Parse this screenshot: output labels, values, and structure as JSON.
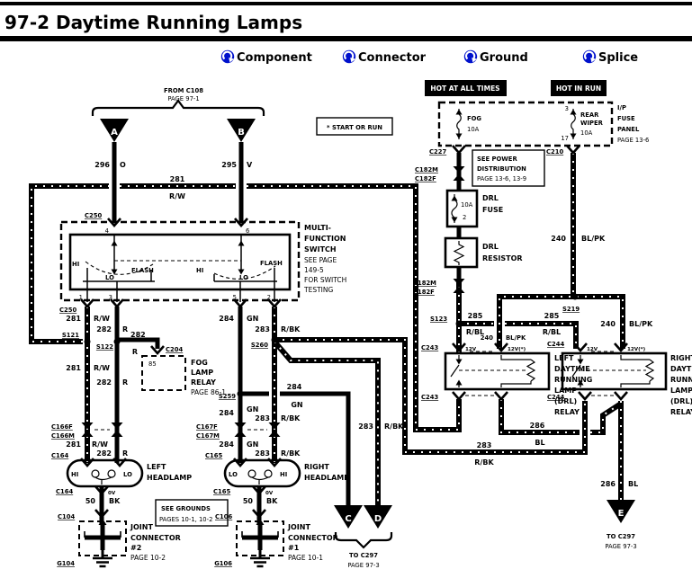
{
  "title": "97-2 Daytime Running Lamps",
  "legend": {
    "component": "Component",
    "connector": "Connector",
    "ground": "Ground",
    "splice": "Splice"
  },
  "colors": {
    "link_blue": "#0011cc",
    "wire_black": "#000000",
    "paper": "#ffffff"
  },
  "top": {
    "from1": "FROM C108",
    "from2": "PAGE 97-1",
    "tri_a": "A",
    "tri_b": "B",
    "w296": "296",
    "w296c": "O",
    "w295": "295",
    "w295c": "V",
    "w281": "281",
    "w281c": "R/W",
    "start_run": "* START OR RUN",
    "c250": "C250"
  },
  "power": {
    "hot_all": "HOT AT ALL TIMES",
    "hot_run": "HOT IN RUN",
    "fog": "FOG",
    "fog_amp": "10A",
    "pin3": "3",
    "pin17": "17",
    "rear": "REAR",
    "wiper": "WIPER",
    "wiper_amp": "10A",
    "ip1": "I/P",
    "ip2": "FUSE",
    "ip3": "PANEL",
    "ip4": "PAGE 13-6",
    "c227": "C227",
    "c182m": "C182M",
    "c182f": "C182F",
    "see1": "SEE POWER",
    "see2": "DISTRIBUTION",
    "see3": "PAGE 13-6, 13-9",
    "c210": "C210",
    "fuse_amp": "10A",
    "fuse_pin": "2",
    "fuse1": "DRL",
    "fuse2": "FUSE",
    "res1": "DRL",
    "res2": "RESISTOR",
    "c182m2": "C182M",
    "c182f2": "C182F",
    "w240": "240",
    "w240c": "BL/PK",
    "s123": "S123",
    "s219": "S219",
    "w285a": "285",
    "w285ac": "R/BL",
    "w285b": "285",
    "w285bc": "R/BL",
    "w240l": "240",
    "w240lc": "BL/PK",
    "w240r": "240",
    "w240rc": "BL/PK"
  },
  "mfs": {
    "c250": "C250",
    "t1": "MULTI-",
    "t2": "FUNCTION",
    "t3": "SWITCH",
    "n1": "SEE PAGE",
    "n2": "149-5",
    "n3": "FOR SWITCH",
    "n4": "TESTING",
    "p1": "1",
    "p2": "2",
    "p3": "3",
    "p4": "4",
    "p5": "5",
    "p6": "6",
    "hi_l": "HI",
    "lo_l": "LO",
    "fl_l": "FLASH",
    "hi_r": "HI",
    "lo_r": "LO",
    "fl_r": "FLASH"
  },
  "left": {
    "w281": "281",
    "w281c": "R/W",
    "w282": "282",
    "w282c": "R",
    "s121": "S121",
    "s122": "S122",
    "w282b": "282",
    "w282bc": "R",
    "c204": "C204",
    "relay_pin": "85",
    "fog1": "FOG",
    "fog2": "LAMP",
    "fog3": "RELAY",
    "fog4": "PAGE 86-1",
    "w281b": "281",
    "w281bc": "R/W",
    "w282d": "282",
    "w282dc": "R",
    "c166f": "C166F",
    "c166m": "C166M",
    "w281d": "281",
    "w281dc": "R/W",
    "w282e": "282",
    "w282ec": "R",
    "c164t": "C164",
    "hi": "HI",
    "lo": "LO",
    "name1": "LEFT",
    "name2": "HEADLAMP",
    "c164b": "C164",
    "v0": "0V",
    "w50": "50",
    "w50c": "BK",
    "c104": "C104",
    "j1": "JOINT",
    "j2": "CONNECTOR",
    "j3": "#2",
    "j4": "PAGE 10-2",
    "g104": "G104"
  },
  "right": {
    "w284": "284",
    "w284c": "GN",
    "w283": "283",
    "w283c": "R/BK",
    "s260": "S260",
    "s259": "S259",
    "w284b": "284",
    "w284bc": "GN",
    "w283b": "283",
    "w283bc": "R/BK",
    "c167f": "C167F",
    "c167m": "C167M",
    "w284d": "284",
    "w284dc": "GN",
    "w283d": "283",
    "w283dc": "R/BK",
    "c165t": "C165",
    "lo": "LO",
    "hi": "HI",
    "name1": "RIGHT",
    "name2": "HEADLAMP",
    "c165b": "C165",
    "v0": "0V",
    "w50": "50",
    "w50c": "BK",
    "c106": "C106",
    "j1": "JOINT",
    "j2": "CONNECTOR",
    "j3": "#1",
    "j4": "PAGE 10-1",
    "g106": "G106",
    "see1": "SEE GROUNDS",
    "see2": "PAGES 10-1, 10-2",
    "w284e": "284",
    "w284ec": "GN"
  },
  "relays": {
    "c243t": "C243",
    "c243b": "C243",
    "c244t": "C244",
    "c244b": "C244",
    "v12l1": "12V",
    "v12l2": "12V(*)",
    "v12r1": "12V",
    "v12r2": "12V(*)",
    "l1": "LEFT",
    "l2": "DAYTIME",
    "l3": "RUNNING",
    "l4": "LAMP",
    "l5": "(DRL)",
    "l6": "RELAY",
    "r1": "RIGHT",
    "r2": "DAYTIME",
    "r3": "RUNNING",
    "r4": "LAMP",
    "r5": "(DRL)",
    "r6": "RELAY"
  },
  "bottom": {
    "tri_c": "C",
    "tri_d": "D",
    "tri_e": "E",
    "to1": "TO C297",
    "to2": "PAGE 97-3",
    "to1e": "TO C297",
    "to2e": "PAGE 97-3",
    "w283a": "283",
    "w283ac": "R/BK",
    "w283b": "283",
    "w283bc": "R/BK",
    "w286a": "286",
    "w286ac": "BL",
    "w286b": "286",
    "w286bc": "BL"
  }
}
